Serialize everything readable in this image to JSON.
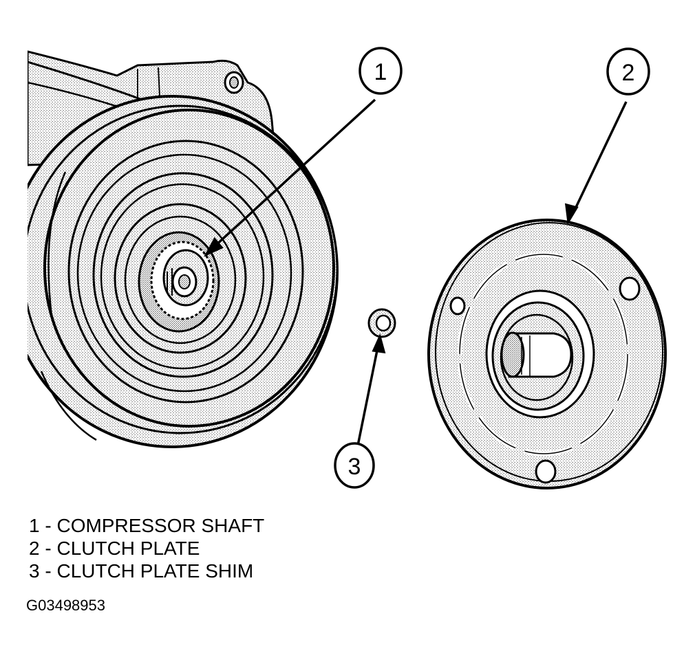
{
  "callouts": [
    {
      "number": "1"
    },
    {
      "number": "2"
    },
    {
      "number": "3"
    }
  ],
  "legend": [
    {
      "number": "1",
      "separator": " - ",
      "text": "COMPRESSOR SHAFT"
    },
    {
      "number": "2",
      "separator": " - ",
      "text": "CLUTCH PLATE"
    },
    {
      "number": "3",
      "separator": " - ",
      "text": "CLUTCH PLATE SHIM"
    }
  ],
  "figure_id": "G03498953",
  "colors": {
    "ink": "#000000",
    "background": "#ffffff",
    "stipple": "#9a9a9a"
  }
}
